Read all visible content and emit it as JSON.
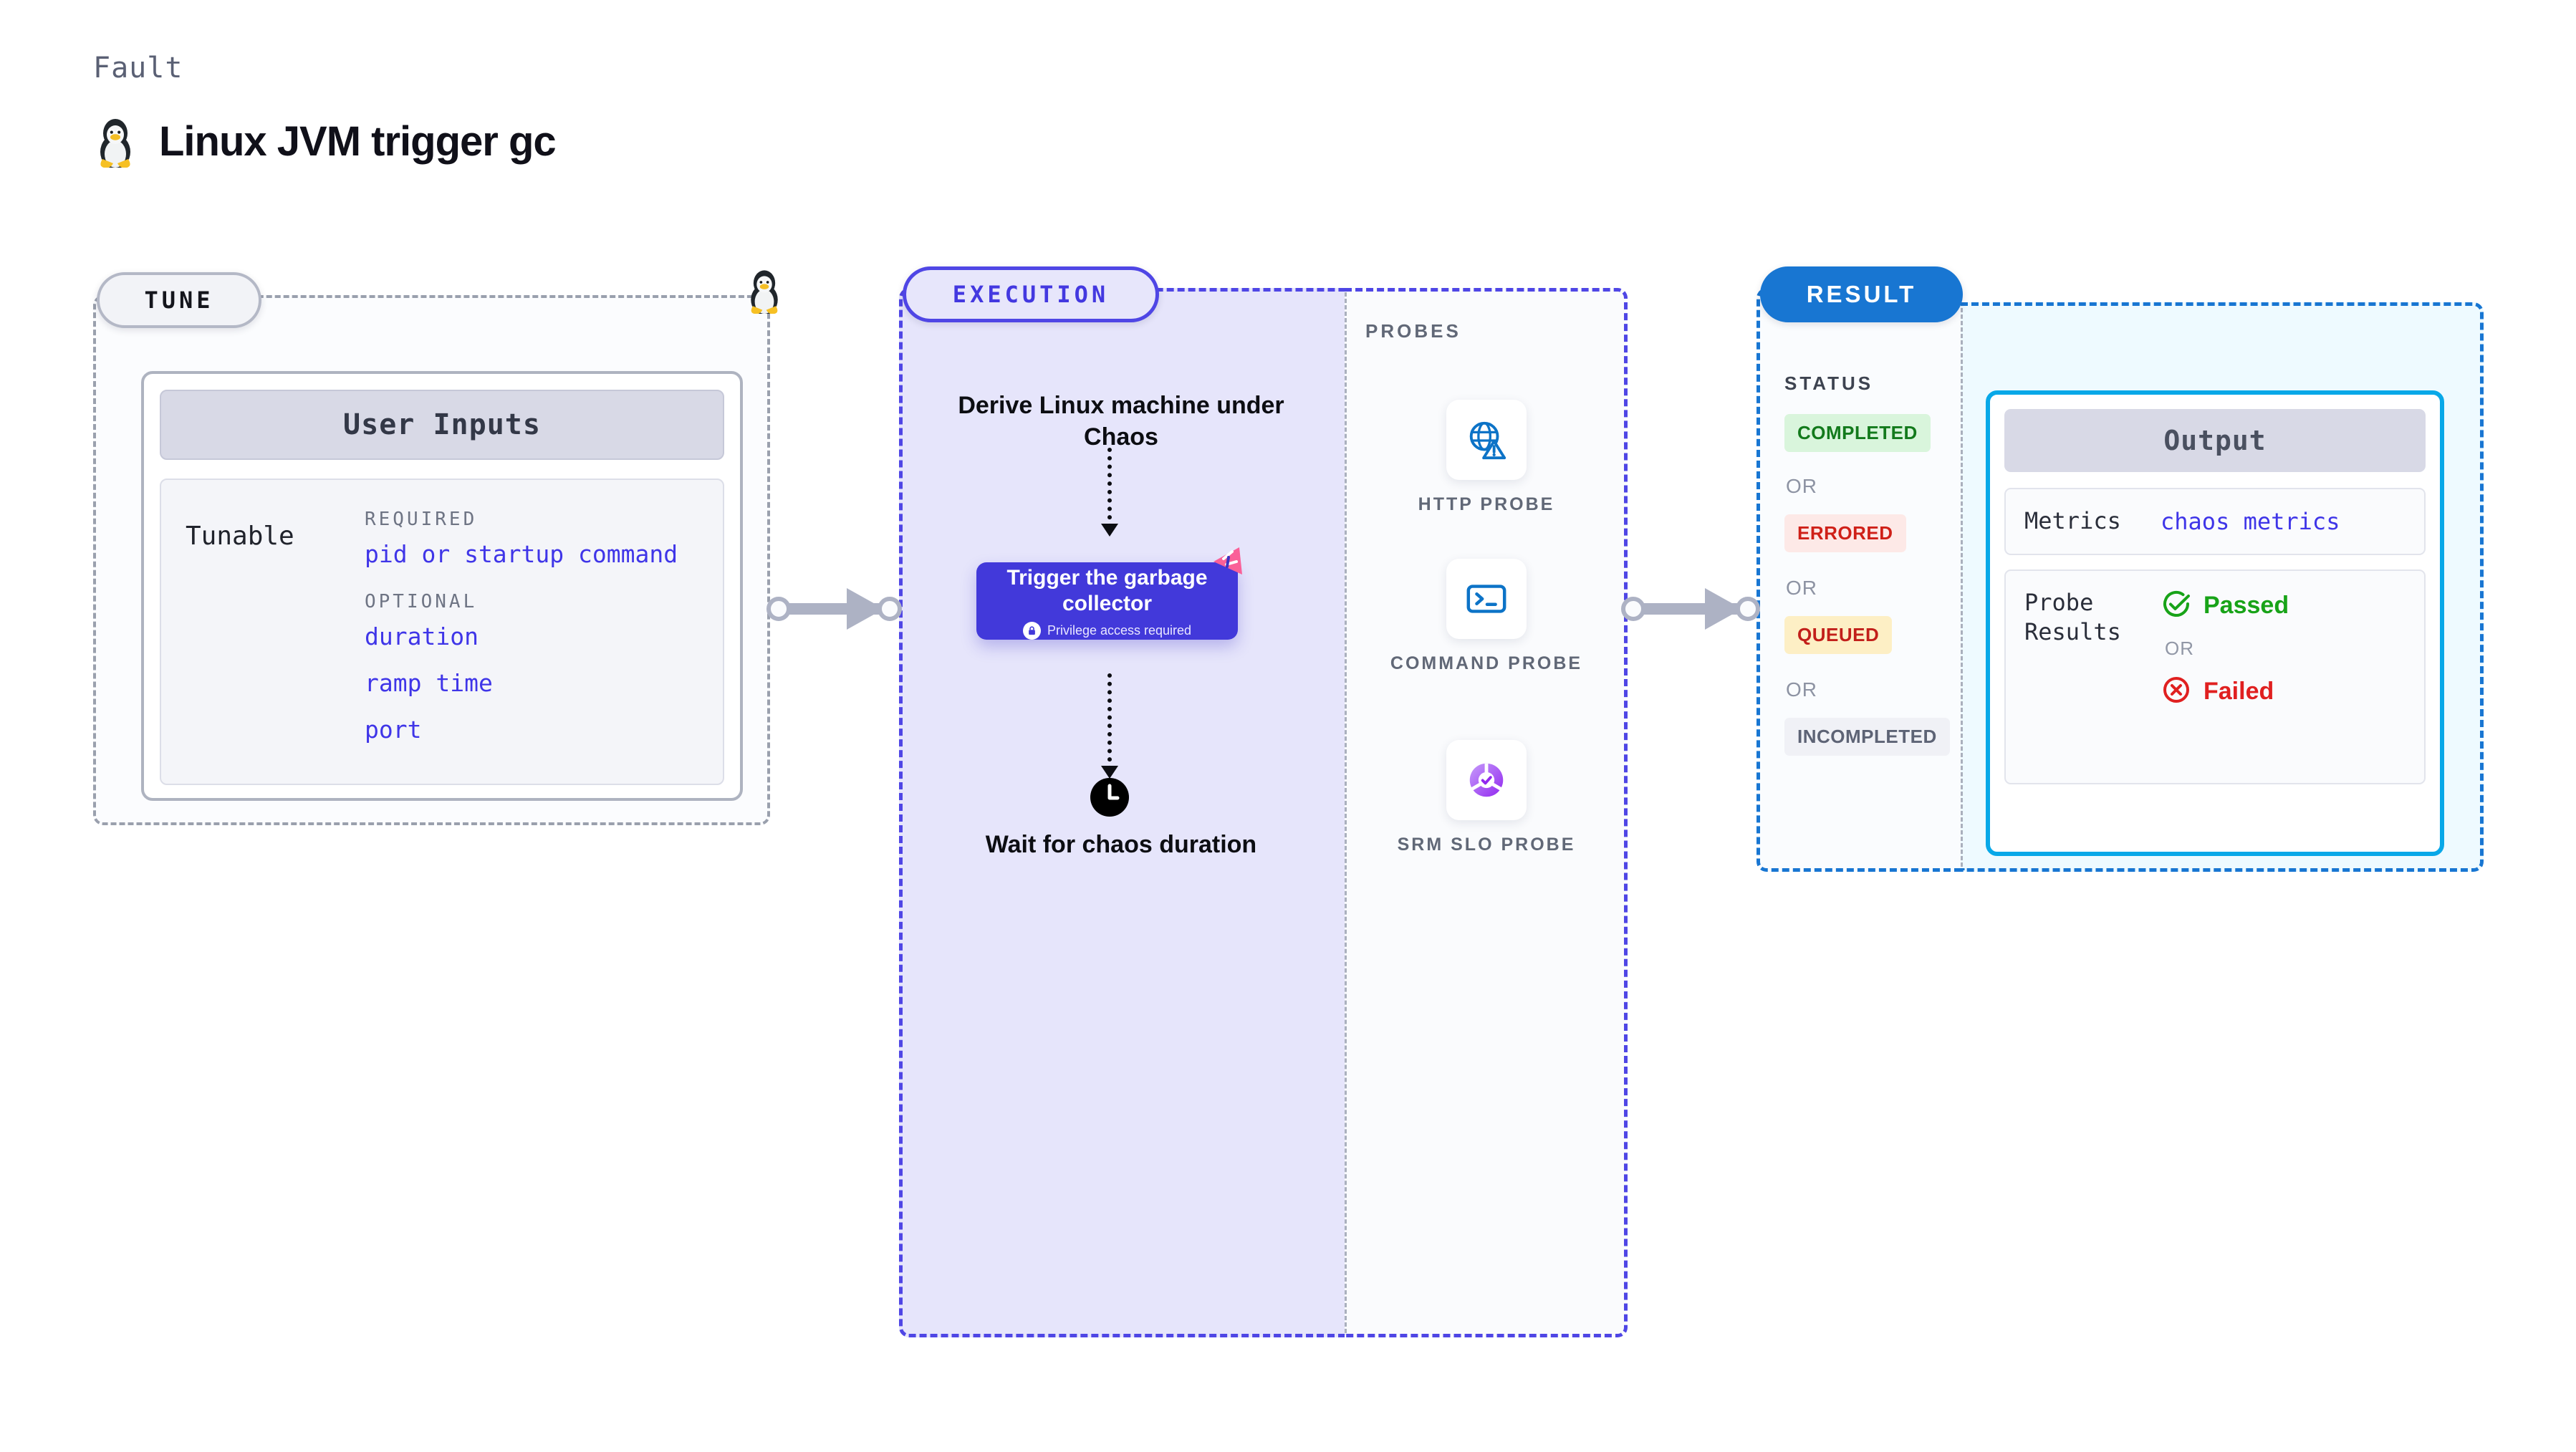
{
  "header": {
    "kicker": "Fault",
    "title": "Linux JVM trigger gc",
    "icon": "tux-penguin-icon"
  },
  "tune": {
    "pill_label": "TUNE",
    "boundary_icon": "tux-penguin-icon",
    "card": {
      "title": "User Inputs",
      "row_label": "Tunable",
      "groups": [
        {
          "label": "REQUIRED",
          "items": [
            "pid or startup command"
          ]
        },
        {
          "label": "OPTIONAL",
          "items": [
            "duration",
            "ramp time",
            "port"
          ]
        }
      ]
    }
  },
  "connectors": [
    {
      "name": "tune-to-execution-arrow"
    },
    {
      "name": "execution-to-result-arrow"
    }
  ],
  "execution": {
    "pill_label": "EXECUTION",
    "step_top": "Derive Linux machine under Chaos",
    "chaos_card": {
      "title": "Trigger the garbage collector",
      "privilege_note": "Privilege access required",
      "lock_icon": "lock-icon",
      "flag_icon": "chaos-flag-icon",
      "bg_color": "#4239da"
    },
    "step_bottom": "Wait for chaos duration",
    "clock_icon": "clock-icon"
  },
  "probes": {
    "label": "PROBES",
    "items": [
      {
        "name": "HTTP PROBE",
        "icon": "globe-warning-icon",
        "color": "#0c73c7"
      },
      {
        "name": "COMMAND PROBE",
        "icon": "terminal-icon",
        "color": "#0c73c7"
      },
      {
        "name": "SRM SLO PROBE",
        "icon": "slo-donut-check-icon",
        "color": "#9b4ff5"
      }
    ]
  },
  "result": {
    "pill_label": "RESULT",
    "status": {
      "label": "STATUS",
      "or_label": "OR",
      "badges": [
        {
          "text": "COMPLETED",
          "bg": "#d9f5dc",
          "fg": "#137a1c"
        },
        {
          "text": "ERRORED",
          "bg": "#fde9e7",
          "fg": "#cf2018"
        },
        {
          "text": "QUEUED",
          "bg": "#fdefc5",
          "fg": "#c21f1a"
        },
        {
          "text": "INCOMPLETED",
          "bg": "#f0f1f6",
          "fg": "#5d6375"
        }
      ]
    },
    "output": {
      "title": "Output",
      "metrics_key": "Metrics",
      "metrics_value": "chaos metrics",
      "probe_key": "Probe Results",
      "passed_label": "Passed",
      "or_label": "OR",
      "failed_label": "Failed",
      "passed_icon": "check-circle-icon",
      "failed_icon": "x-circle-icon"
    }
  }
}
